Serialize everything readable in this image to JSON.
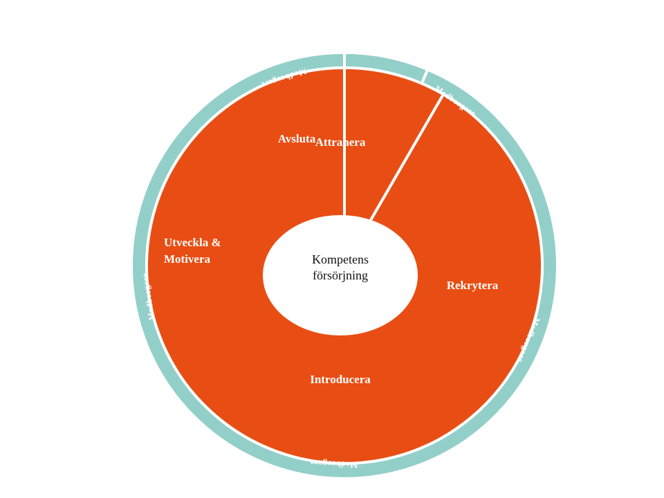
{
  "diagram": {
    "center": {
      "line1": "Kompetens",
      "line2": "försörjning"
    },
    "segments": [
      {
        "id": "attrahera",
        "lines": [
          "Attrahera"
        ]
      },
      {
        "id": "rekrytera",
        "lines": [
          "Rekrytera"
        ]
      },
      {
        "id": "introducera",
        "lines": [
          "Introducera"
        ]
      },
      {
        "id": "utveckla",
        "lines": [
          "Utveckla &",
          "Motivera"
        ]
      },
      {
        "id": "avsluta",
        "lines": [
          "Avsluta"
        ]
      }
    ],
    "ring_labels": [
      "Medborgare",
      "Medborgare",
      "Medborgare",
      "Medborgare",
      "Medborgare"
    ],
    "colors": {
      "segment_fill": "#E84E14",
      "ring_fill": "#93CFC9",
      "center_fill": "#FFFFFF",
      "divider": "#FFFFFF"
    }
  }
}
